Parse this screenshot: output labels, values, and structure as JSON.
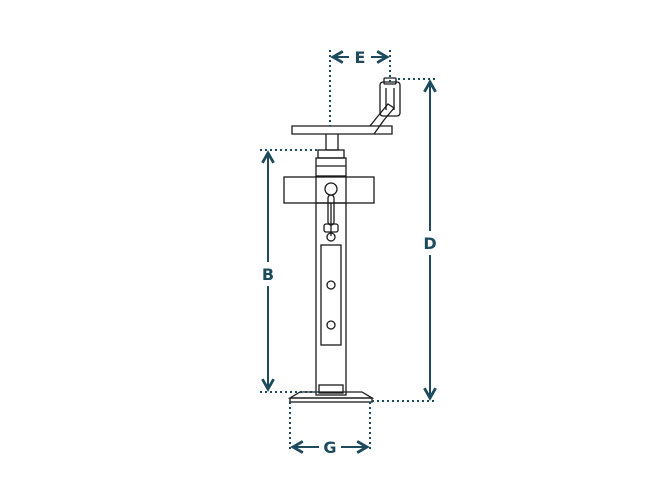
{
  "figure": {
    "labels": {
      "e": "E",
      "d": "D",
      "b": "B",
      "g": "G"
    },
    "colors": {
      "dimension": "#1d4a5c",
      "outline": "#1a1a1a",
      "background": "#ffffff"
    }
  }
}
